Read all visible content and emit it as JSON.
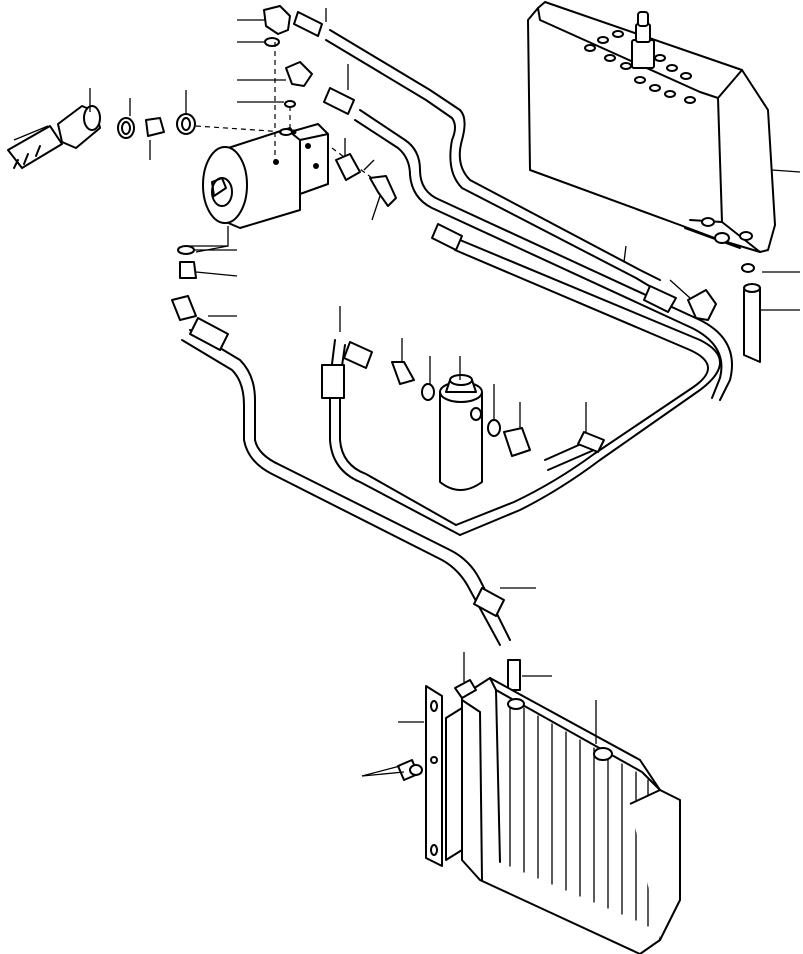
{
  "diagram": {
    "kind": "exploded-parts-view",
    "colors": {
      "ink": "#000000",
      "paper": "#ffffff"
    },
    "components": [
      "suction-hose",
      "pump",
      "elbow-fitting",
      "connector-fitting",
      "o-ring",
      "hydraulic-tank",
      "filter-canister",
      "oil-cooler",
      "mounting-bracket",
      "hydraulic-lines",
      "sight-tube"
    ]
  }
}
